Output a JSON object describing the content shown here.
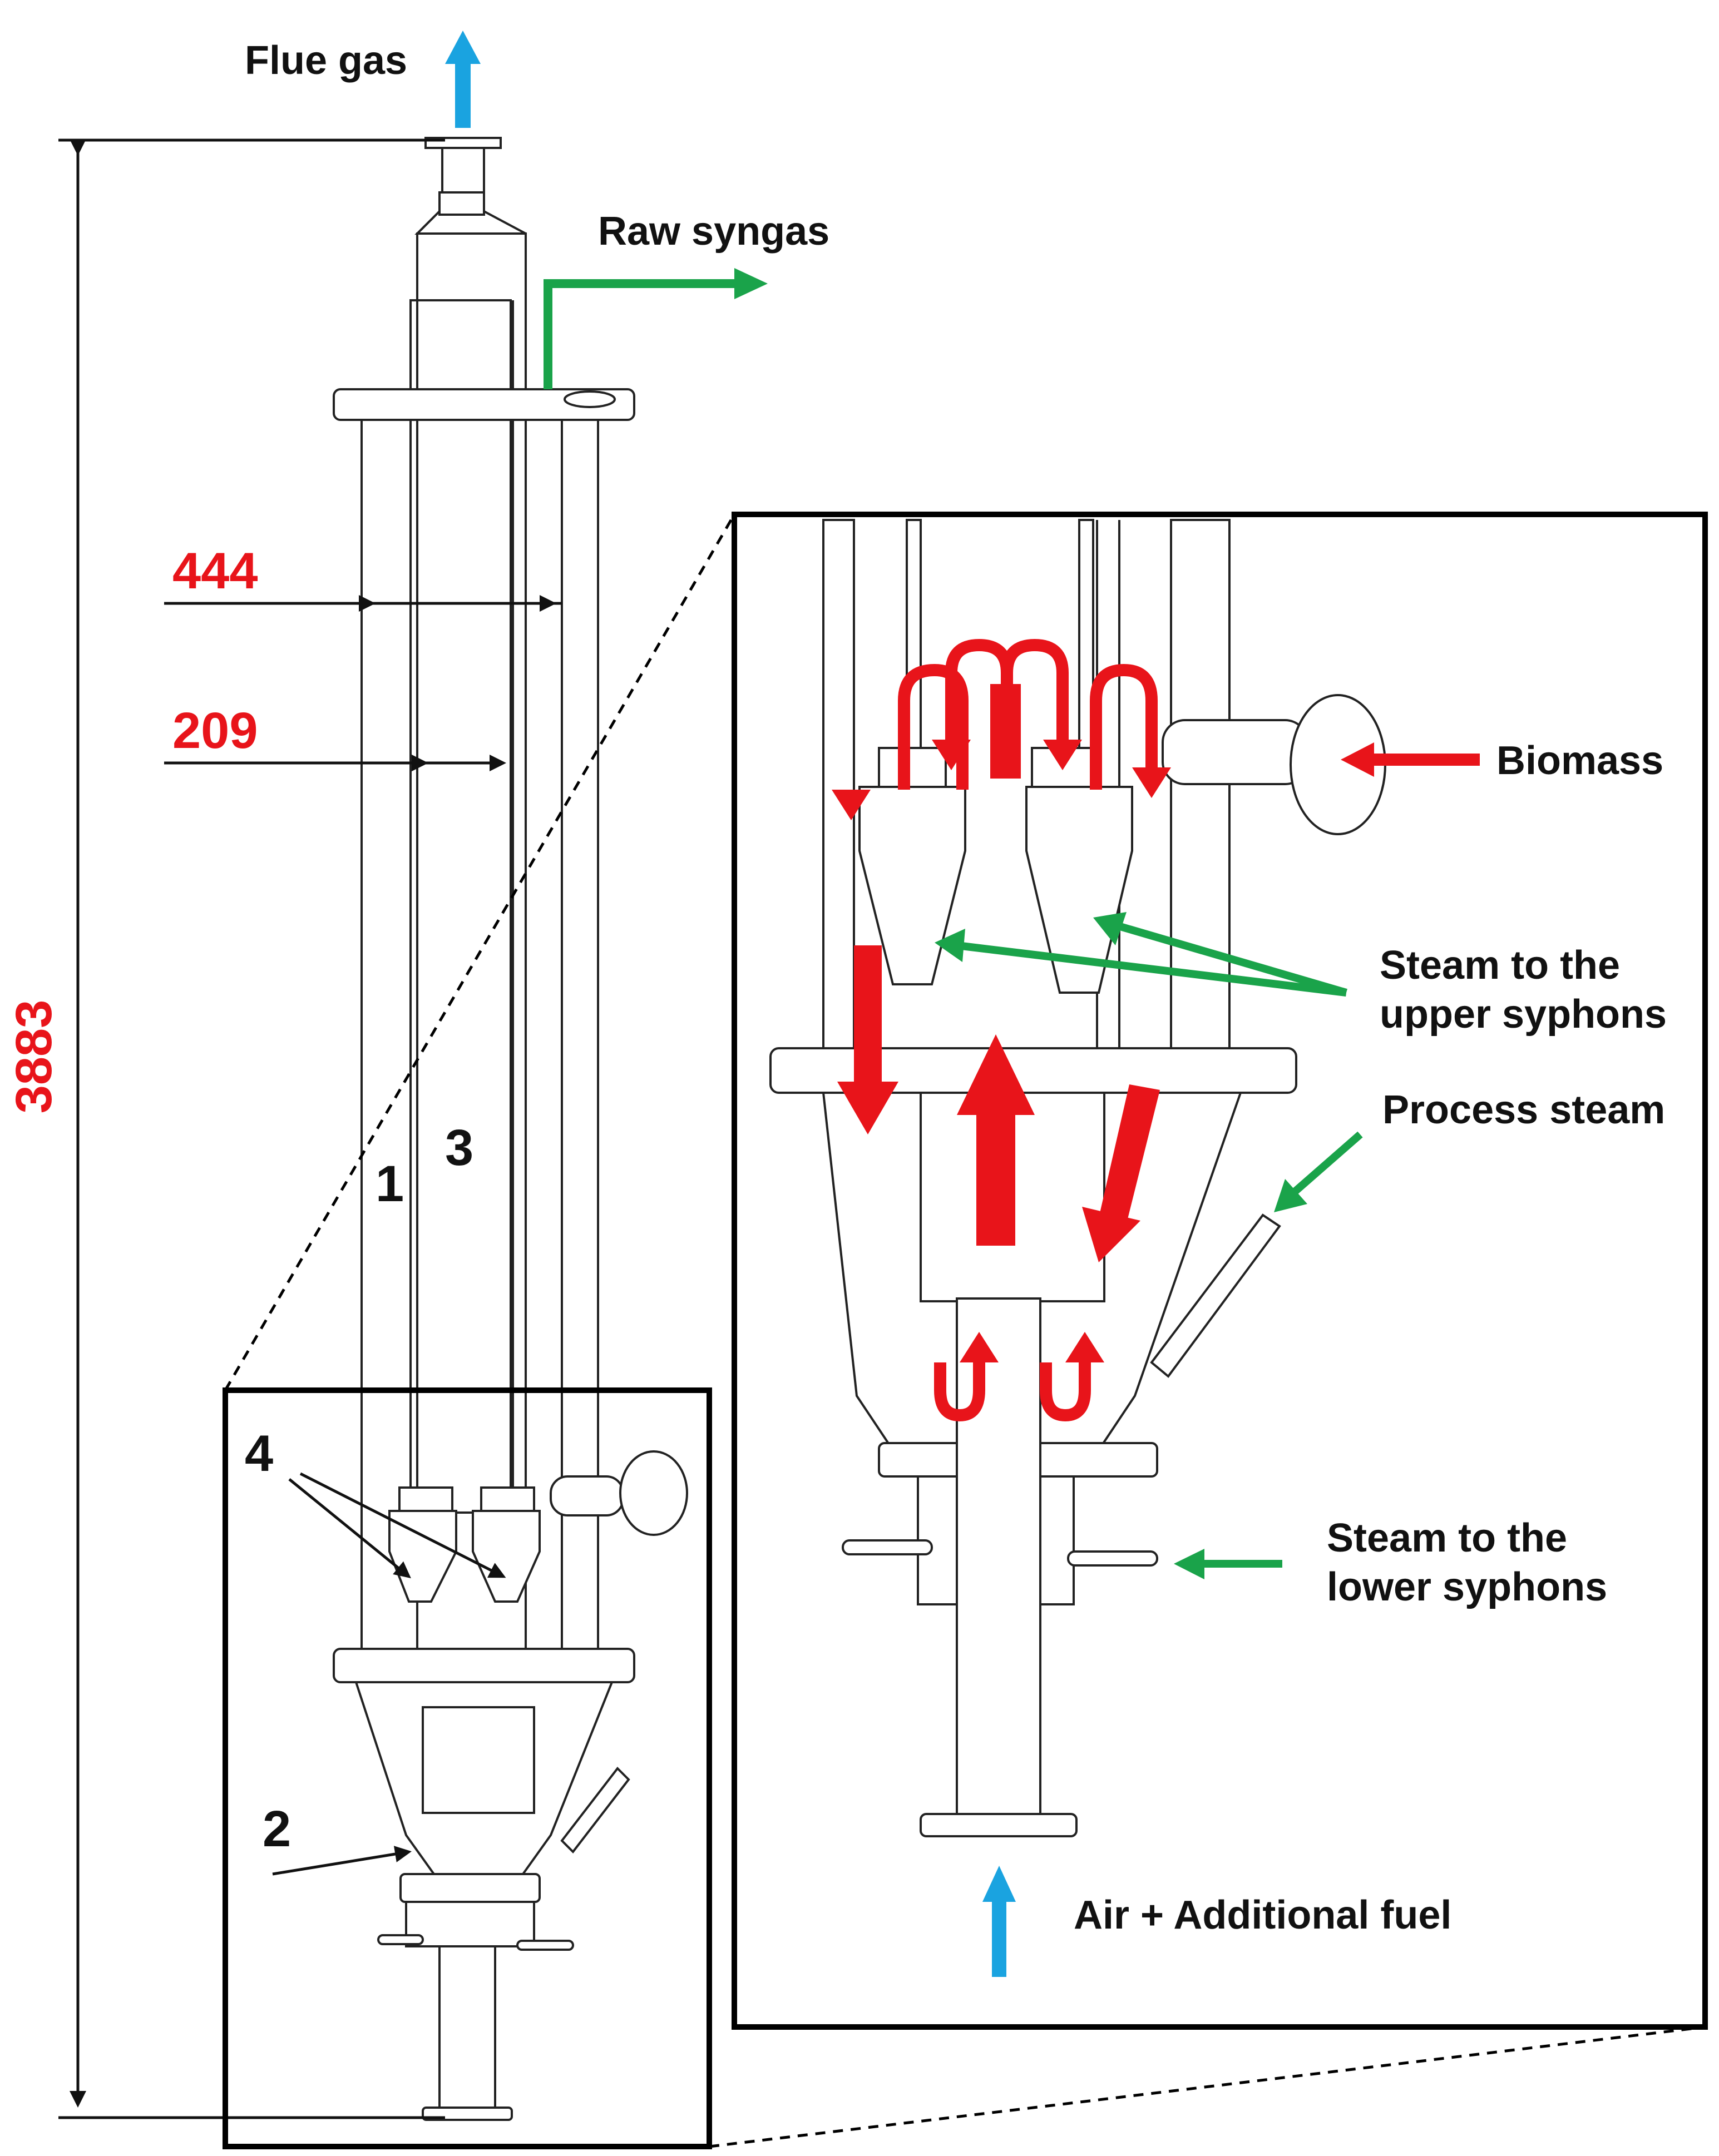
{
  "labels": {
    "flue_gas": "Flue gas",
    "raw_syngas": "Raw syngas",
    "dim_444": "444",
    "dim_209": "209",
    "dim_3883": "3883",
    "part_1": "1",
    "part_2": "2",
    "part_3": "3",
    "part_4": "4",
    "biomass": "Biomass",
    "steam_upper_line1": "Steam to the",
    "steam_upper_line2": "upper syphons",
    "process_steam": "Process steam",
    "steam_lower_line1": "Steam to the",
    "steam_lower_line2": "lower syphons",
    "air_fuel": "Air + Additional fuel"
  },
  "colors": {
    "red": "#e8141a",
    "green": "#1aa34a",
    "blue": "#1aa3e0",
    "outline": "#222222"
  }
}
